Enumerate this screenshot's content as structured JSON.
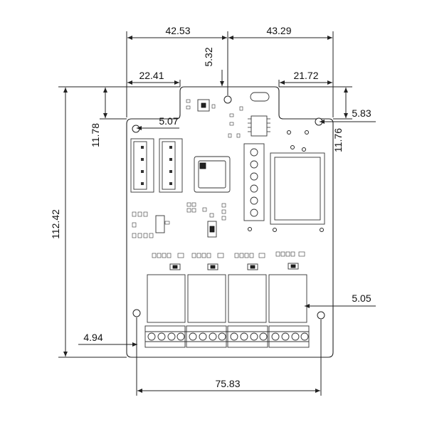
{
  "dimensions": {
    "top_left_span": "42.53",
    "top_right_span": "43.29",
    "hole_offset_vertical": "5.32",
    "notch_left": "22.41",
    "notch_right": "21.72",
    "hole_left_x": "5.07",
    "hole_right_y": "5.83",
    "left_side_height": "11.78",
    "right_side_height": "11.76",
    "overall_height": "112.42",
    "bottom_hole_right": "5.05",
    "bottom_hole_left": "4.94",
    "bottom_hole_span": "75.83"
  }
}
